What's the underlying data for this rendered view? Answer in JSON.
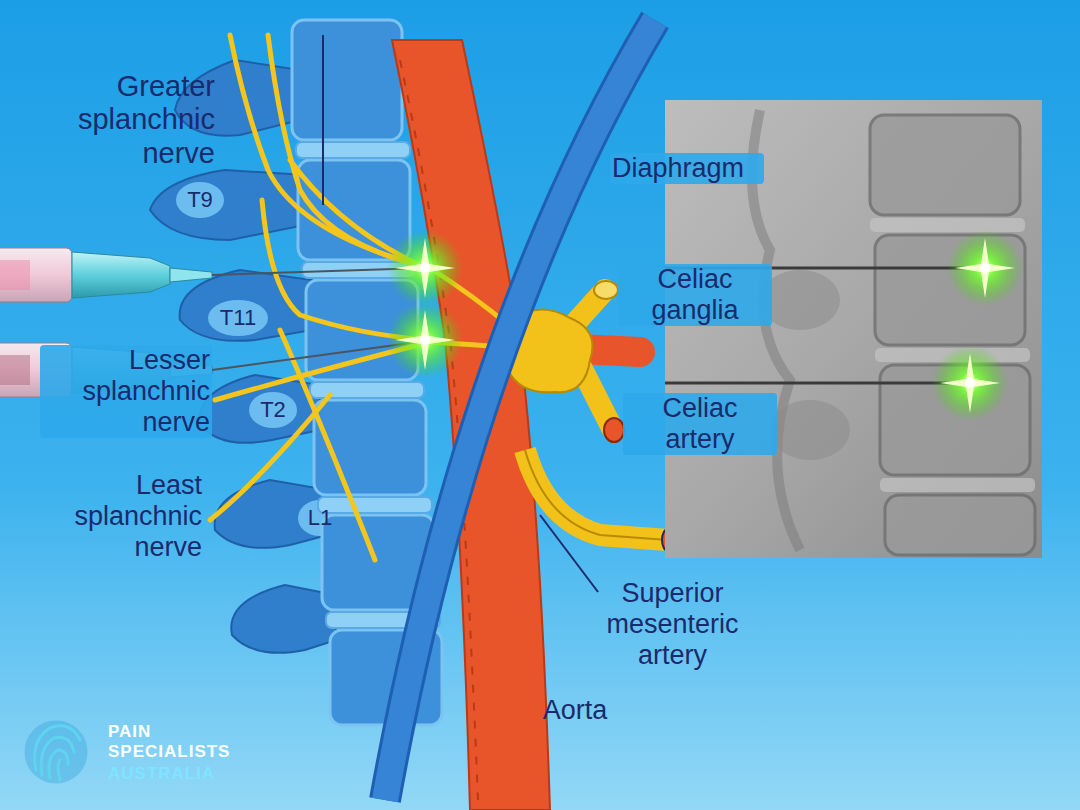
{
  "diagram": {
    "labels": [
      "Greater splanchnic nerve",
      "T9",
      "Diaphragm",
      "Celiac ganglia",
      "T11",
      "Lesser splanchnic nerve",
      "T2",
      "Celiac artery",
      "Least splanchnic nerve",
      "L1",
      "Superior mesenteric artery",
      "Aorta",
      "PAIN SPECIALISTS",
      "AUSTRALIA"
    ]
  }
}
